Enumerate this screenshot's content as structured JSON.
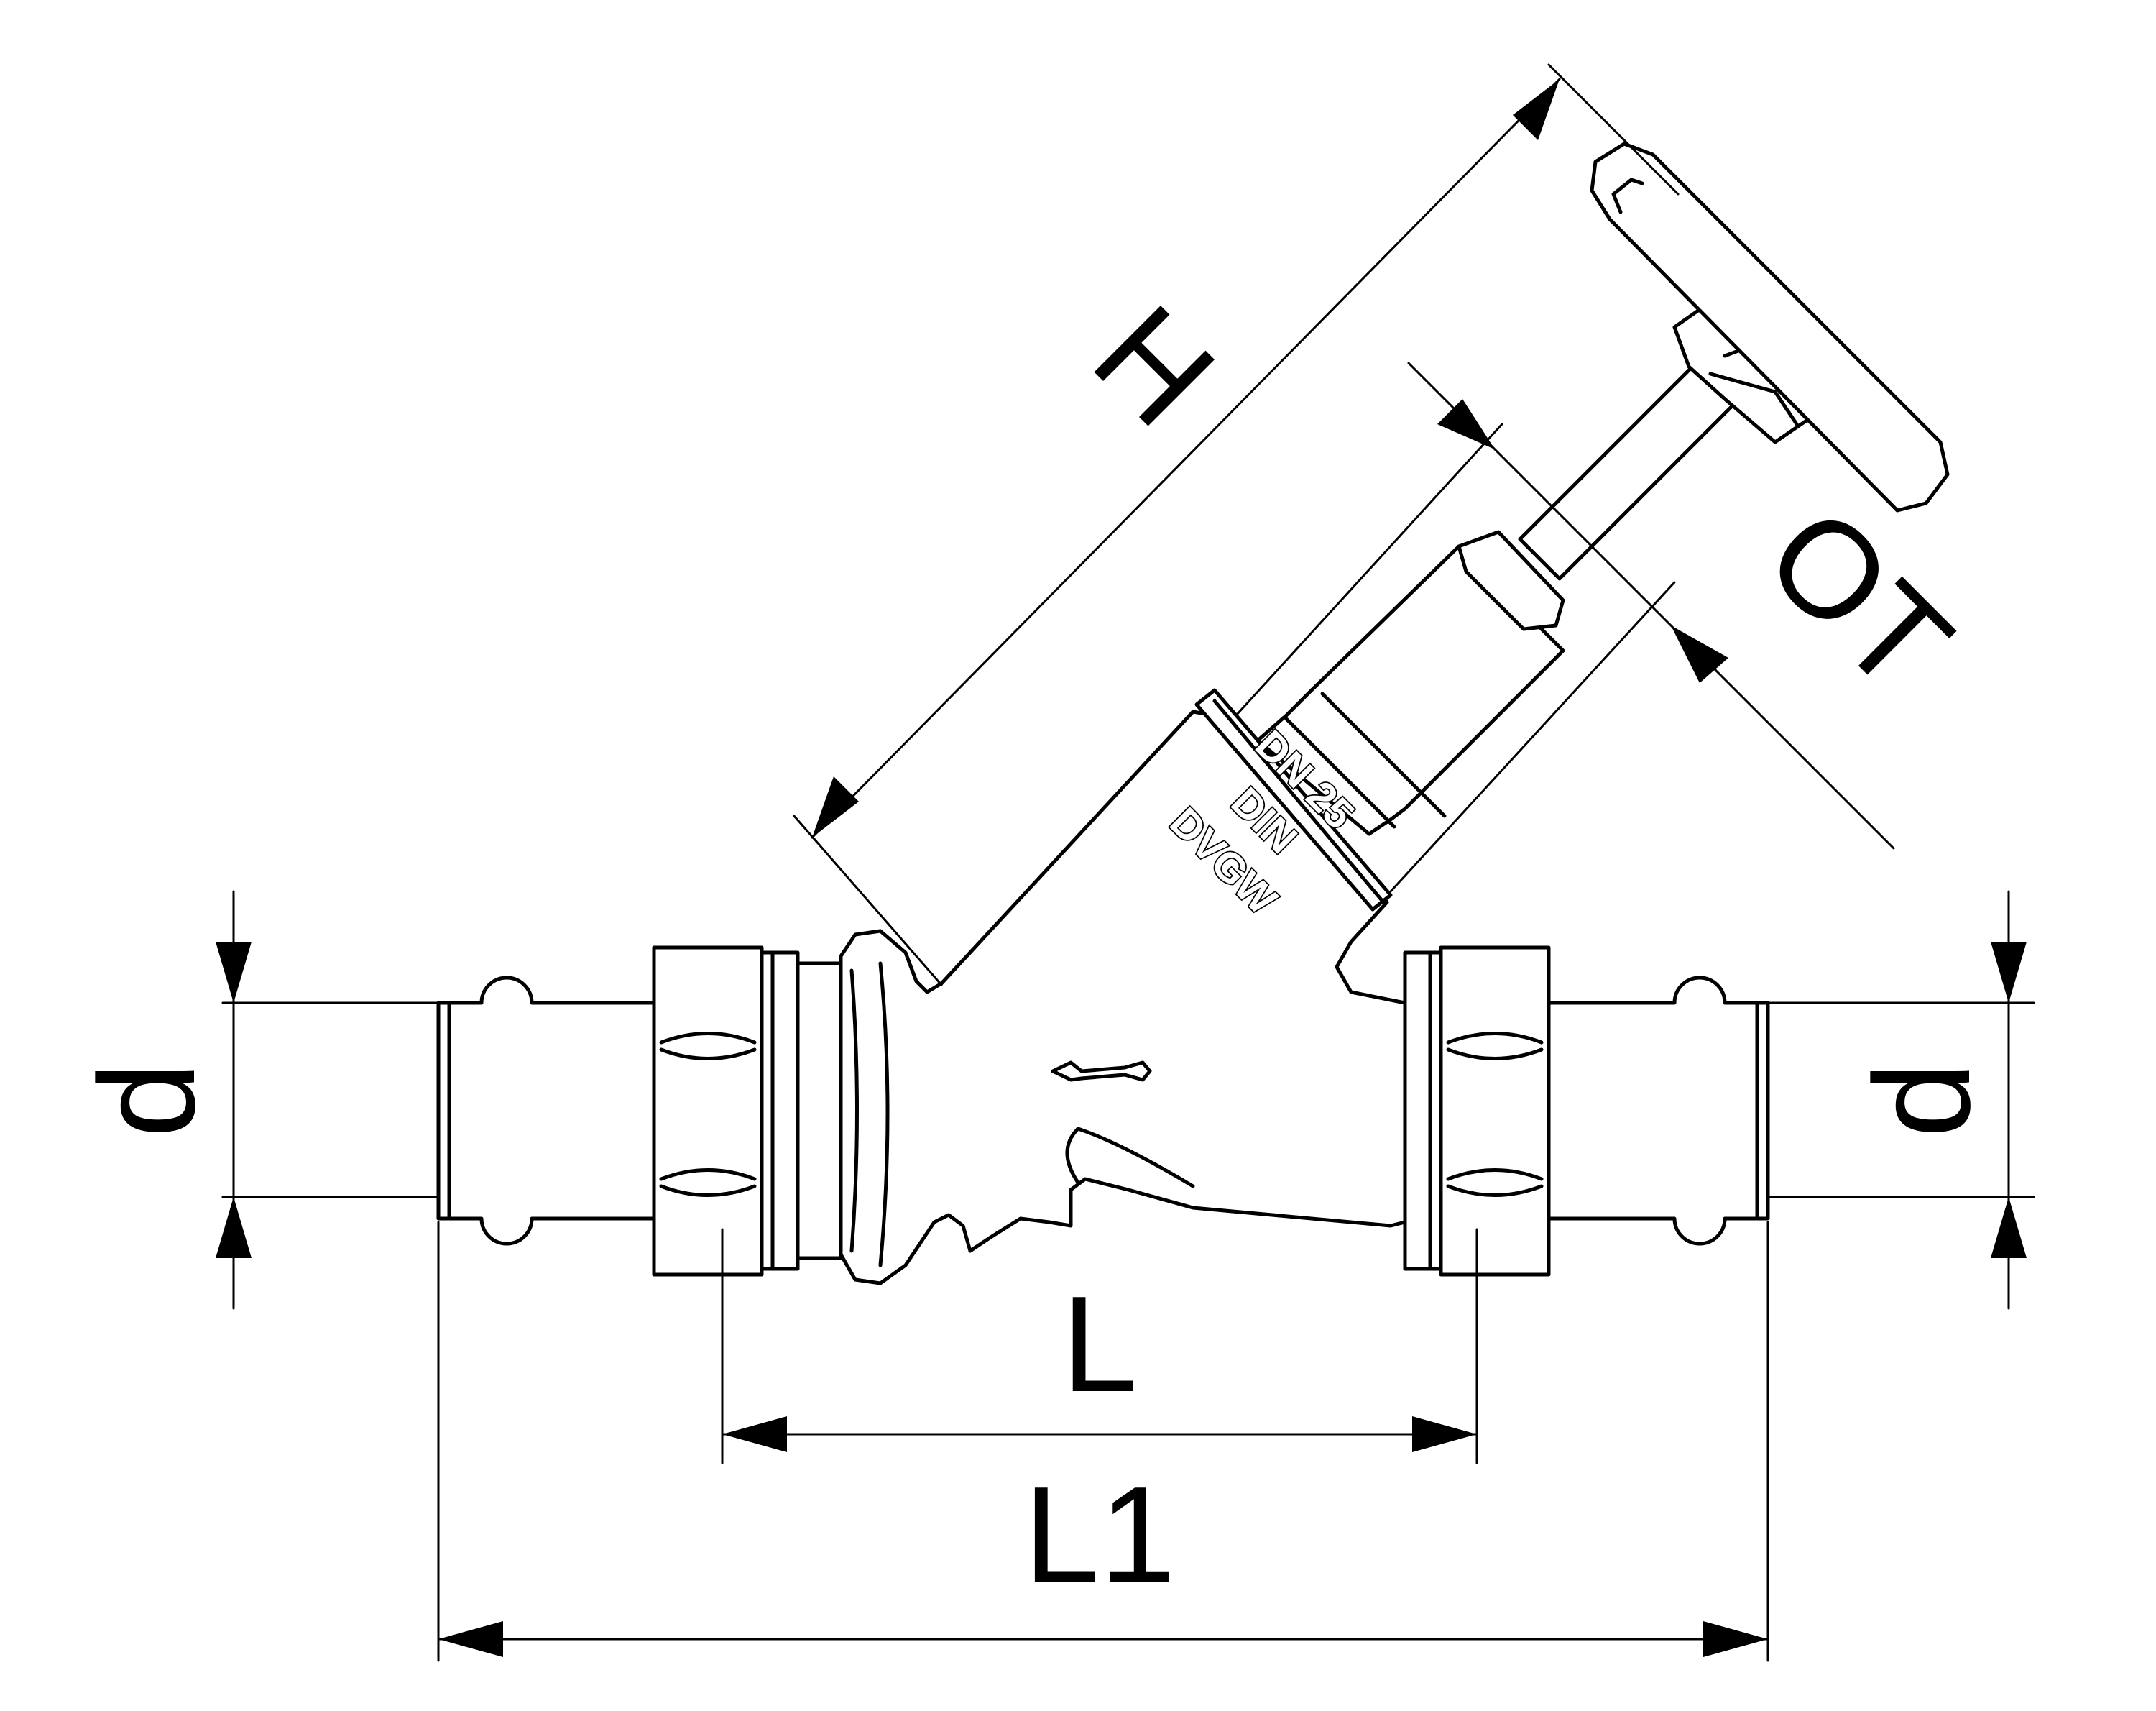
{
  "dimensions": {
    "h": "H",
    "ot": "OT",
    "d_left": "d",
    "d_right": "d",
    "l": "L",
    "l1": "L1"
  },
  "body_marking": {
    "line1": "DN 25",
    "line2": "DIN",
    "line3": "DVGW"
  }
}
